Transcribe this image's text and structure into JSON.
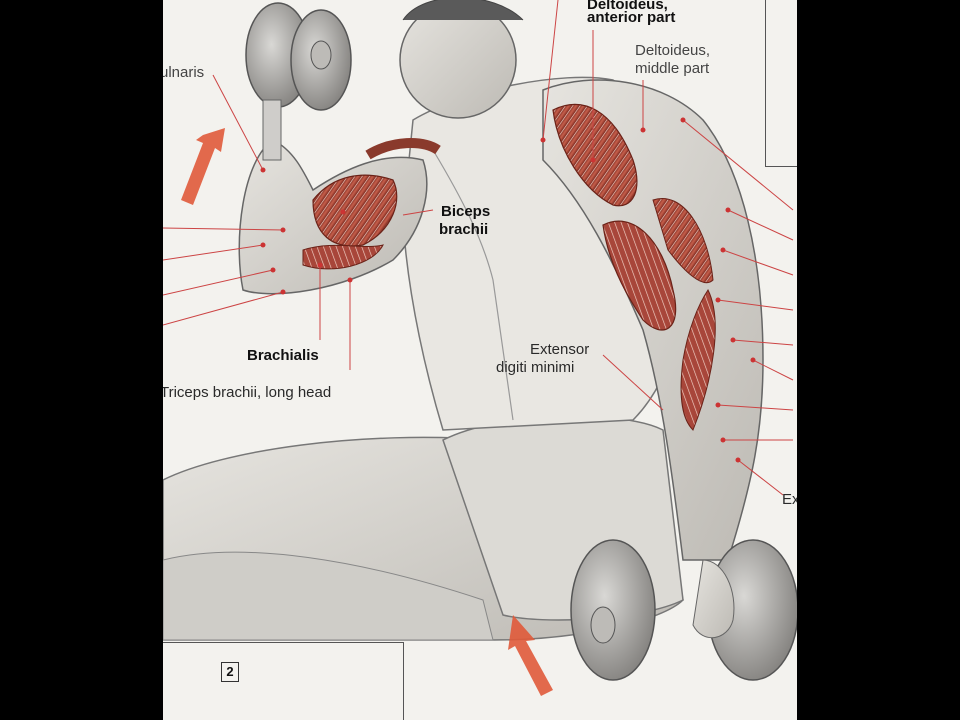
{
  "labels": {
    "deltoid_anterior": "Deltoideus,\nanterior part",
    "deltoid_middle_1": "Deltoideus,",
    "deltoid_middle_2": "middle part",
    "ulnaris": "ulnaris",
    "biceps_1": "Biceps",
    "biceps_2": "brachii",
    "brachialis": "Brachialis",
    "triceps_long": "Triceps brachii, long head",
    "extensor_1": "Extensor",
    "extensor_2": "digiti minimi",
    "ex_cut": "Ex",
    "figure_number": "2"
  },
  "colors": {
    "background": "#000000",
    "paper": "#f3f2ee",
    "muscle_red": "#b5483a",
    "arrow_red": "#e05a3a",
    "pencil": "#6b6b6b"
  },
  "icons": [
    "up-arrow-icon",
    "up-arrow-icon"
  ]
}
